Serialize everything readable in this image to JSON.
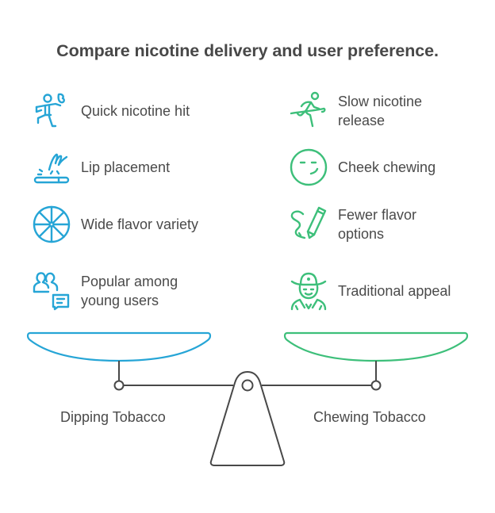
{
  "title": "Compare nicotine delivery and user preference.",
  "colors": {
    "left_accent": "#26a5d6",
    "right_accent": "#3dbf7a",
    "scale_stroke": "#484848",
    "text": "#484848"
  },
  "left": {
    "name": "Dipping Tobacco",
    "items": [
      {
        "icon": "running-person-leaf-icon",
        "label": "Quick nicotine hit"
      },
      {
        "icon": "lip-application-icon",
        "label": "Lip placement"
      },
      {
        "icon": "citrus-wheel-icon",
        "label": "Wide flavor variety"
      },
      {
        "icon": "users-chat-icon",
        "label": "Popular among young users"
      }
    ]
  },
  "right": {
    "name": "Chewing Tobacco",
    "items": [
      {
        "icon": "runner-finish-line-icon",
        "label": "Slow nicotine release"
      },
      {
        "icon": "smirk-face-icon",
        "label": "Cheek chewing"
      },
      {
        "icon": "crayon-scribble-icon",
        "label": "Fewer flavor options"
      },
      {
        "icon": "cowboy-icon",
        "label": "Traditional appeal"
      }
    ]
  }
}
